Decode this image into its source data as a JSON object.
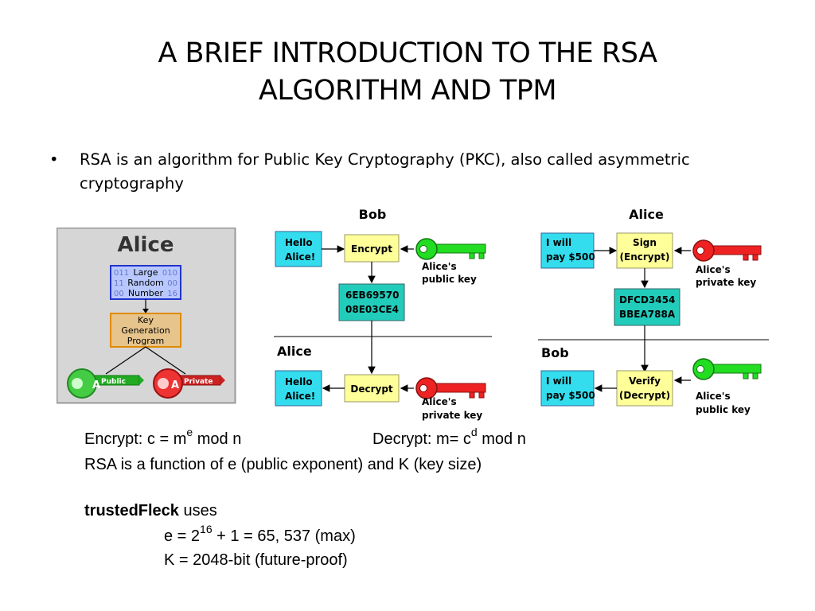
{
  "slide": {
    "title_line1": "A BRIEF INTRODUCTION TO THE RSA",
    "title_line2": "ALGORITHM AND TPM",
    "bullet_marker": "•",
    "bullet_line1": "RSA is an algorithm for Public Key Cryptography (PKC), also called asymmetric",
    "bullet_line2": "cryptography"
  },
  "keygen_diagram": {
    "owner": "Alice",
    "random_box": [
      "Large",
      "Random",
      "Number"
    ],
    "binary_left": [
      "011",
      "11",
      "00"
    ],
    "binary_right": [
      "010",
      "00",
      "16"
    ],
    "program_box": [
      "Key",
      "Generation",
      "Program"
    ],
    "public_key_letter": "A",
    "public_label": "Public",
    "private_key_letter": "A",
    "private_label": "Private"
  },
  "encryption_diagram": {
    "top_party": "Bob",
    "bottom_party": "Alice",
    "plaintext_top": [
      "Hello",
      "Alice!"
    ],
    "encrypt_label": "Encrypt",
    "ciphertext": [
      "6EB69570",
      "08E03CE4"
    ],
    "plaintext_bottom": [
      "Hello",
      "Alice!"
    ],
    "decrypt_label": "Decrypt",
    "public_key_label": [
      "Alice's",
      "public key"
    ],
    "private_key_label": [
      "Alice's",
      "private key"
    ]
  },
  "signature_diagram": {
    "top_party": "Alice",
    "bottom_party": "Bob",
    "message_top": [
      "I will",
      "pay $500"
    ],
    "sign_label": [
      "Sign",
      "(Encrypt)"
    ],
    "signature": [
      "DFCD3454",
      "BBEA788A"
    ],
    "message_bottom": [
      "I will",
      "pay $500"
    ],
    "verify_label": [
      "Verify",
      "(Decrypt)"
    ],
    "private_key_label": [
      "Alice's",
      "private key"
    ],
    "public_key_label": [
      "Alice's",
      "public key"
    ]
  },
  "formulas": {
    "encrypt_prefix": "Encrypt: c = m",
    "encrypt_exp": "e",
    "encrypt_suffix": " mod n",
    "decrypt_prefix": "Decrypt: m= c",
    "decrypt_exp": "d",
    "decrypt_suffix": " mod n",
    "function_line": "RSA is a function of e (public exponent) and K (key size)",
    "uses_bold": "trustedFleck",
    "uses_rest": " uses",
    "e_prefix": "e = 2",
    "e_exp": "16",
    "e_suffix": " + 1 = 65, 537 (max)",
    "k_line": "K = 2048-bit (future-proof)"
  },
  "colors": {
    "cyan_box": "#33ddee",
    "yellow_box": "#ffff99",
    "teal_box": "#22ccbb",
    "green_key": "#22dd22",
    "red_key": "#ee2222",
    "keygen_bg": "#d6d6d6",
    "random_box": "#b8c8ff",
    "program_box": "#e6c48c"
  }
}
